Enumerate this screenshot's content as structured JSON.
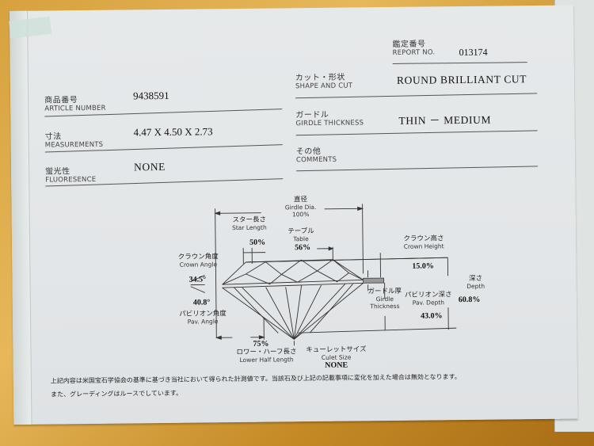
{
  "document": {
    "report": {
      "label_jp": "鑑定番号",
      "label_en": "REPORT NO.",
      "value": "013174"
    },
    "left_fields": [
      {
        "label_jp": "商品番号",
        "label_en": "ARTICLE NUMBER",
        "value": "9438591"
      },
      {
        "label_jp": "寸法",
        "label_en": "MEASUREMENTS",
        "value": "4.47 X 4.50 X 2.73"
      },
      {
        "label_jp": "蛍光性",
        "label_en": "FLUORESENCE",
        "value": "NONE"
      }
    ],
    "right_fields": [
      {
        "label_jp": "カット・形状",
        "label_en": "SHAPE AND CUT",
        "value": "ROUND BRILLIANT CUT"
      },
      {
        "label_jp": "ガードル",
        "label_en": "GIRDLE THICKNESS",
        "value": "THIN － MEDIUM"
      },
      {
        "label_jp": "その他",
        "label_en": "COMMENTS",
        "value": ""
      }
    ],
    "diagram": {
      "girdle_dia": {
        "jp": "直径",
        "en": "Girdle Dia.",
        "value": "100%"
      },
      "star_length": {
        "jp": "スター長さ",
        "en": "Star Length",
        "value": "50%"
      },
      "table": {
        "jp": "テーブル",
        "en": "Table",
        "value": "56%"
      },
      "crown_angle": {
        "jp": "クラウン角度",
        "en": "Crown Angle",
        "value": "34.5°"
      },
      "pav_angle": {
        "jp": "パビリオン角度",
        "en": "Pav. Angle",
        "value": "40.8°"
      },
      "crown_height": {
        "jp": "クラウン高さ",
        "en": "Crown Height",
        "value": "15.0%"
      },
      "girdle_thickness": {
        "jp": "ガードル厚",
        "en1": "Girdle",
        "en2": "Thickness"
      },
      "depth": {
        "jp": "深さ",
        "en": "Depth",
        "value": "60.8%"
      },
      "pav_depth": {
        "jp": "パビリオン深さ",
        "en": "Pav. Depth",
        "value": "43.0%"
      },
      "lower_half": {
        "jp": "ロワー・ハーフ長さ",
        "en": "Lower Half Length",
        "value": "75%"
      },
      "culet": {
        "jp": "キューレットサイズ",
        "en": "Culet Size",
        "value": "NONE"
      }
    },
    "footnote": {
      "line1": "上記内容は米国宝石学協会の基準に基づき当社において得られた計測値です。当該石及び上記の記載事項に変化を加えた場合は無効となります。",
      "line2": "また、グレーディングはルースでしています。"
    }
  }
}
